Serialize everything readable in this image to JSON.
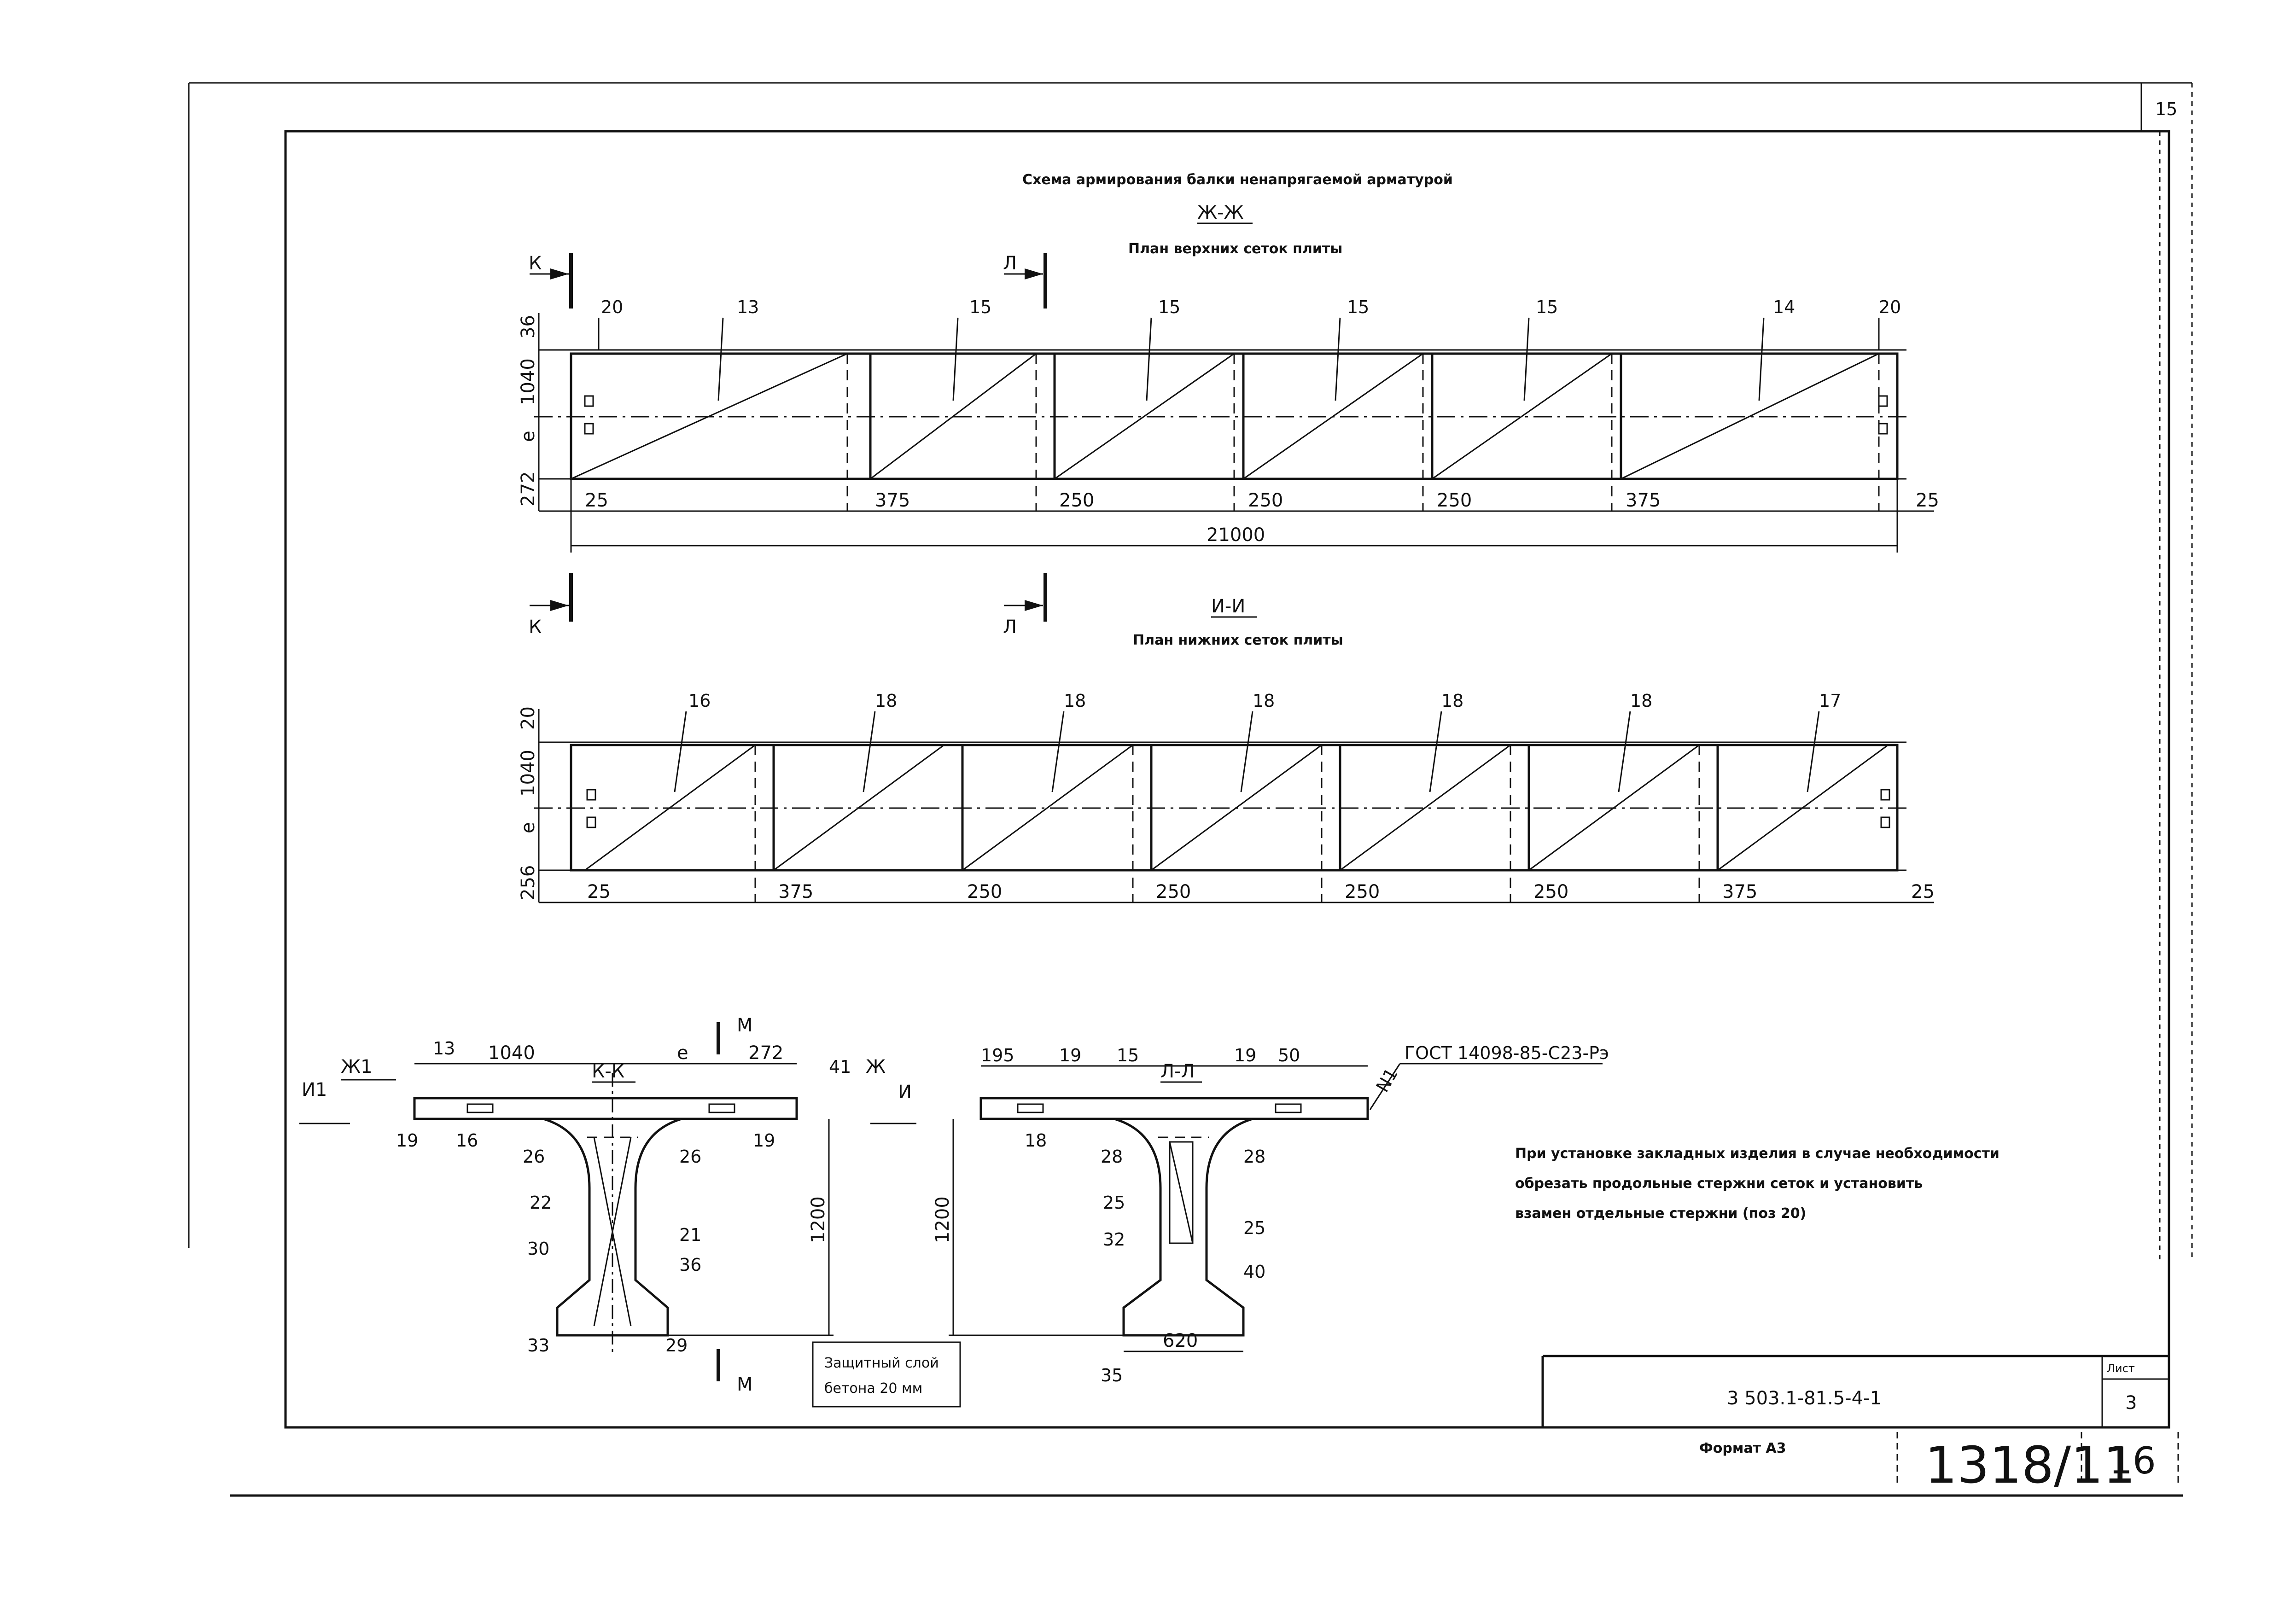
{
  "sheet": {
    "corner_number": "15",
    "main_title": "Схема армирования балки ненапрягаемой арматурой",
    "section_zh": "Ж-Ж",
    "plan_top_title": "План верхних сеток плиты",
    "section_i": "И-И",
    "plan_bottom_title": "План нижних сеток плиты",
    "section_k": "К-К",
    "section_l": "Л-Л",
    "gost_note": "ГОСТ 14098-85-С23-Рэ",
    "install_note": [
      "При установке закладных изделия в случае необходимости",
      "обрезать продольные стержни сеток и установить",
      "взамен отдельные стержни (поз 20)"
    ],
    "cover_note": [
      "Защитный слой",
      "бетона 20 мм"
    ],
    "doc_code": "3 503.1-81.5-4-1",
    "sheet_label": "Лист",
    "sheet_no": "3",
    "format": "Формат А3",
    "inventory": "1318/11",
    "page_no": "16"
  },
  "cut_letters": {
    "k": "К",
    "l": "Л",
    "m": "М",
    "zh": "Ж",
    "i": "И",
    "zh1": "Ж1",
    "i1": "И1",
    "zh_r": "Ж",
    "i_r": "И"
  },
  "top_plan": {
    "positions": [
      "20",
      "13",
      "15",
      "15",
      "15",
      "15",
      "14",
      "20"
    ],
    "left_dims": [
      "36",
      "1040",
      "e",
      "272"
    ],
    "bottom_dims": [
      "25",
      "375",
      "250",
      "250",
      "250",
      "375",
      "25"
    ],
    "total_length": "21000"
  },
  "bottom_plan": {
    "positions": [
      "16",
      "18",
      "18",
      "18",
      "18",
      "18",
      "17"
    ],
    "left_dims": [
      "20",
      "1040",
      "e",
      "256"
    ],
    "bottom_dims": [
      "25",
      "375",
      "250",
      "250",
      "250",
      "250",
      "375",
      "25"
    ]
  },
  "section_kk": {
    "top_dims": [
      "13",
      "1040",
      "e",
      "272",
      "41"
    ],
    "height": "1200",
    "labels": [
      "19",
      "16",
      "19",
      "26",
      "26",
      "22",
      "21",
      "30",
      "36",
      "33",
      "29"
    ]
  },
  "section_ll": {
    "top_dims": [
      "195",
      "19",
      "15",
      "19",
      "50",
      "N1"
    ],
    "height": "1200",
    "width_bottom": "620",
    "labels": [
      "18",
      "28",
      "28",
      "25",
      "25",
      "32",
      "40",
      "35"
    ]
  }
}
